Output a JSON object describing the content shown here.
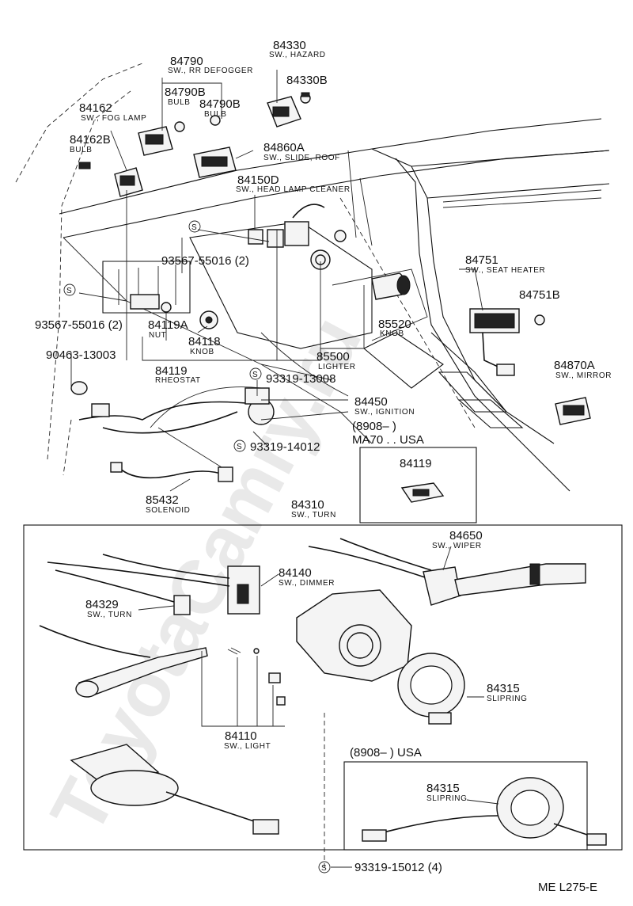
{
  "diagram": {
    "watermark": "ToyotaCamry.ru",
    "drawing_code": "ME L275-E",
    "parts": [
      {
        "number": "84330",
        "name": "SW., HAZARD"
      },
      {
        "number": "84330B",
        "name": ""
      },
      {
        "number": "84790",
        "name": "SW., RR DEFOGGER"
      },
      {
        "number": "84790B",
        "name": "BULB"
      },
      {
        "number": "84790B",
        "name": "BULB"
      },
      {
        "number": "84162",
        "name": "SW., FOG LAMP"
      },
      {
        "number": "84162B",
        "name": "BULB"
      },
      {
        "number": "84860A",
        "name": "SW., SLIDE, ROOF"
      },
      {
        "number": "84150D",
        "name": "SW., HEAD LAMP CLEANER"
      },
      {
        "number": "93567-55016 (2)",
        "name": ""
      },
      {
        "number": "93567-55016 (2)",
        "name": ""
      },
      {
        "number": "84119A",
        "name": "NUT"
      },
      {
        "number": "84118",
        "name": "KNOB"
      },
      {
        "number": "84119",
        "name": "RHEOSTAT"
      },
      {
        "number": "90463-13003",
        "name": ""
      },
      {
        "number": "85500",
        "name": "LIGHTER"
      },
      {
        "number": "85520",
        "name": "KNOB"
      },
      {
        "number": "84751",
        "name": "SW., SEAT HEATER"
      },
      {
        "number": "84751B",
        "name": ""
      },
      {
        "number": "84870A",
        "name": "SW., MIRROR"
      },
      {
        "number": "93319-13008",
        "name": ""
      },
      {
        "number": "84450",
        "name": "SW., IGNITION"
      },
      {
        "number": "93319-14012",
        "name": ""
      },
      {
        "number": "85432",
        "name": "SOLENOID"
      },
      {
        "number": "84310",
        "name": "SW., TURN"
      },
      {
        "number": "84650",
        "name": "SW., WIPER"
      },
      {
        "number": "84140",
        "name": "SW., DIMMER"
      },
      {
        "number": "84329",
        "name": "SW., TURN"
      },
      {
        "number": "84315",
        "name": "SLIPRING"
      },
      {
        "number": "84110",
        "name": "SW., LIGHT"
      },
      {
        "number": "84315",
        "name": "SLIPRING"
      },
      {
        "number": "93319-15012 (4)",
        "name": ""
      }
    ],
    "inset_top": {
      "date_note": "(8908–         )",
      "model_note": "MA70 . . USA",
      "part_number": "84119"
    },
    "inset_bottom": {
      "note": "(8908–         ) USA"
    },
    "screw_symbol": "S"
  }
}
